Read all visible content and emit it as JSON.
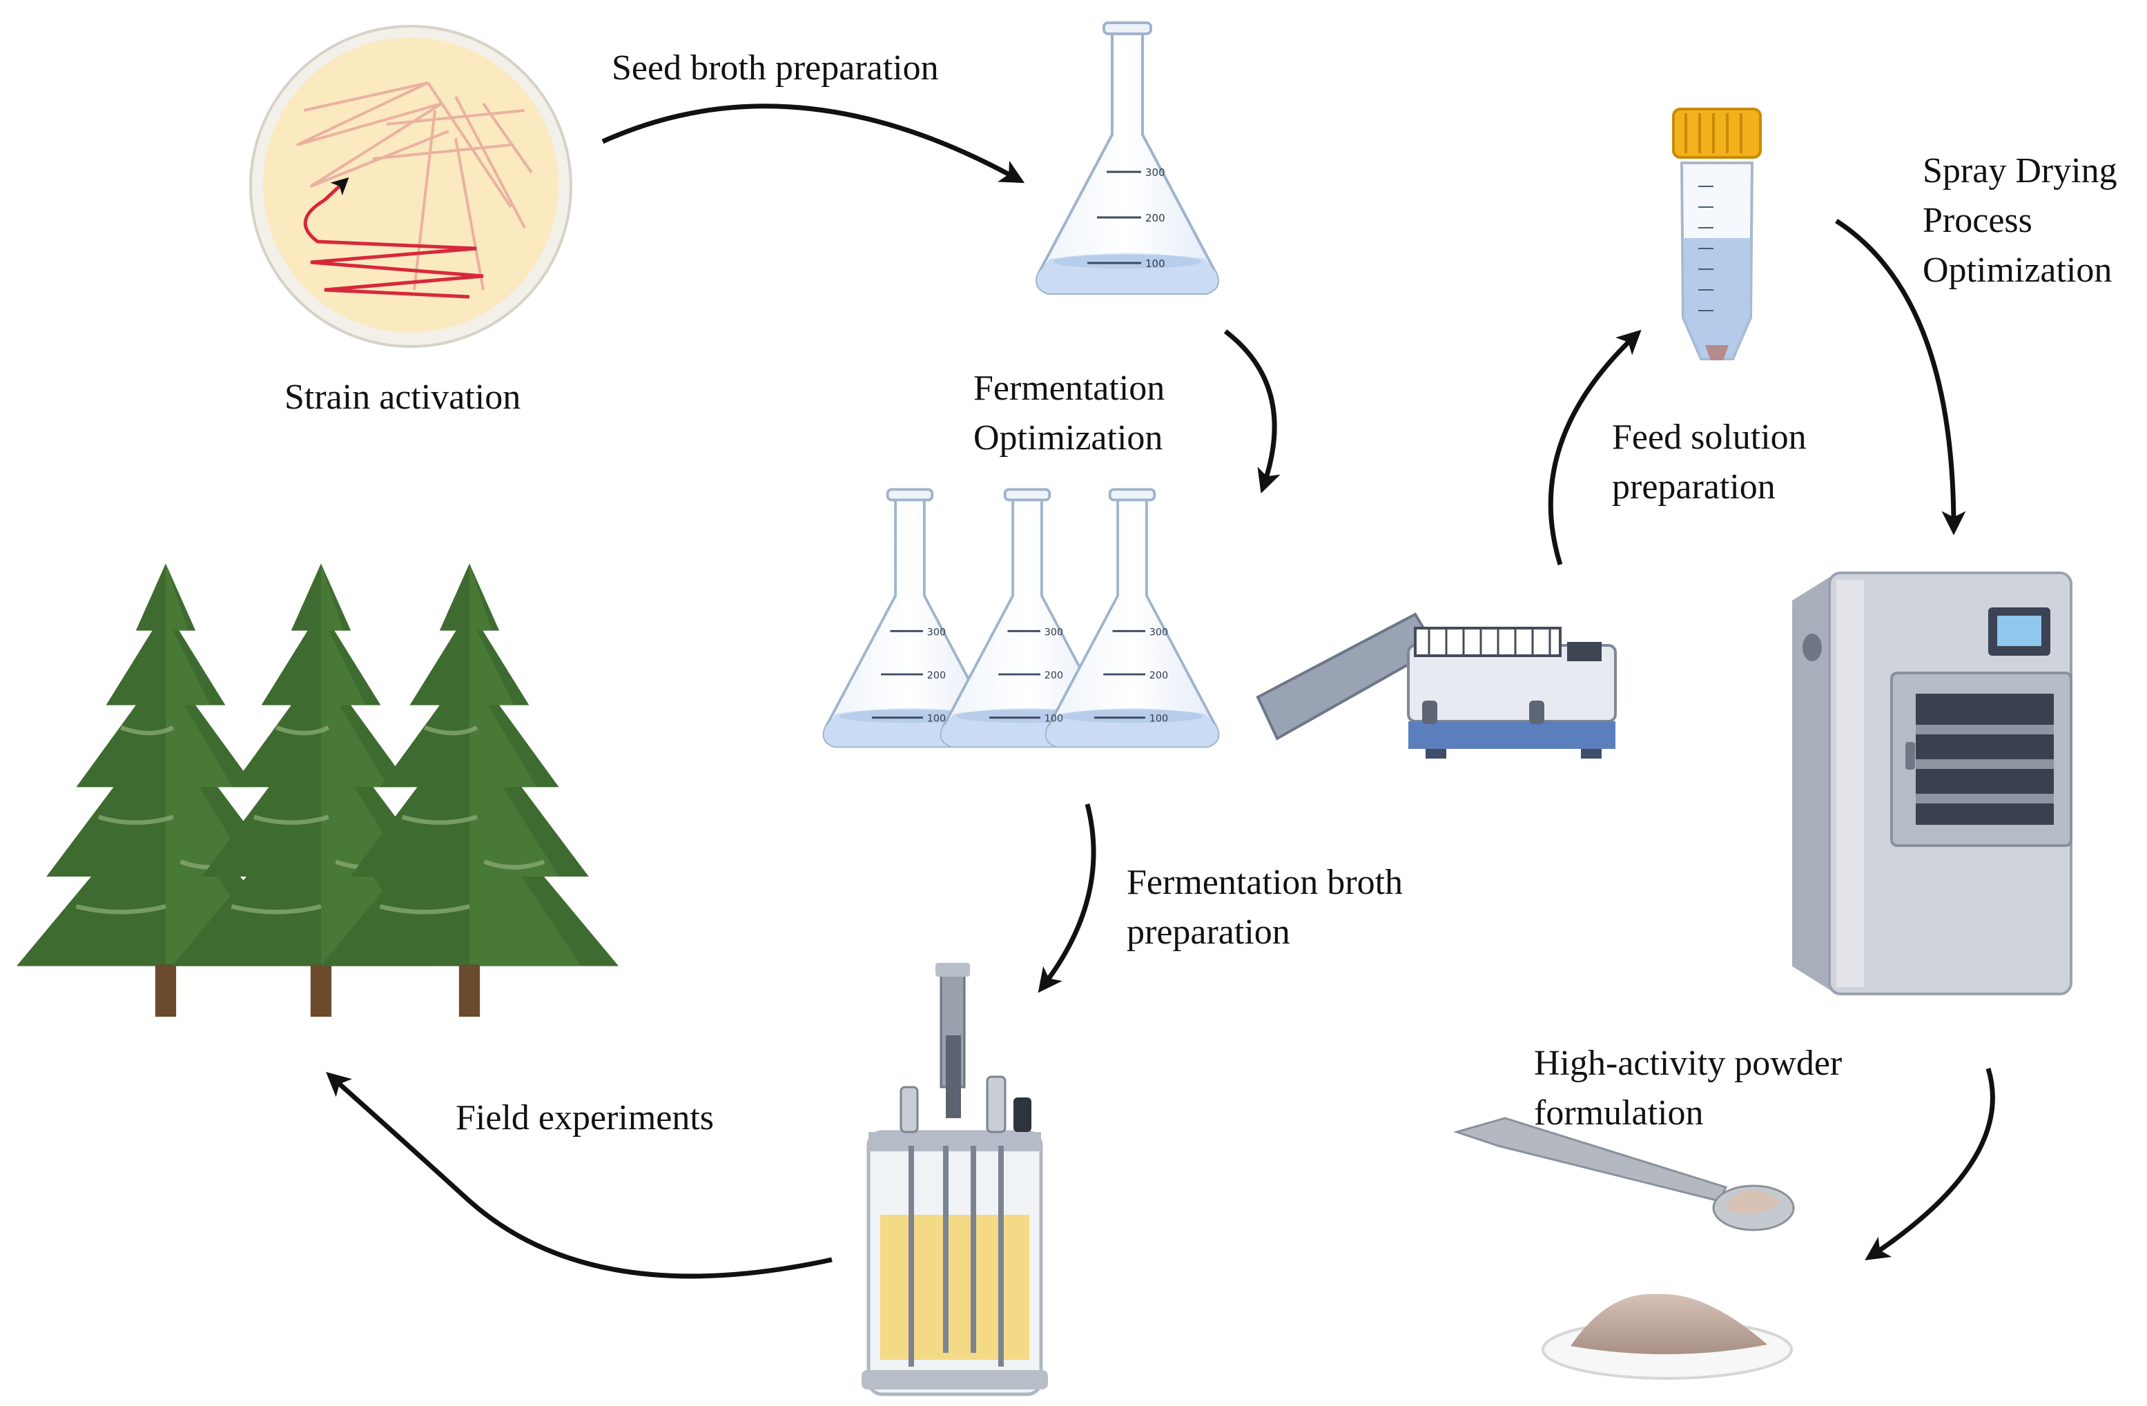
{
  "steps": {
    "strain_activation": "Strain activation",
    "seed_broth": "Seed broth preparation",
    "fermentation_optimization": [
      "Fermentation",
      "Optimization"
    ],
    "fermentation_broth": [
      "Fermentation broth",
      "preparation"
    ],
    "field_experiments": "Field experiments",
    "feed_solution": [
      "Feed solution",
      "preparation"
    ],
    "spray_drying": [
      "Spray Drying",
      "Process",
      "Optimization"
    ],
    "powder_formulation": [
      "High-activity powder",
      "formulation"
    ]
  },
  "flask_graduations": [
    "300",
    "200",
    "100"
  ],
  "colors": {
    "arrow": "#111111",
    "tree_green": "#3e6b2f",
    "flask_liquid": "#c9dcf3",
    "fermenter_liquid": "#f4d77a",
    "tube_cap": "#f2b21c",
    "petri_agar": "#fbe9c0",
    "streak_red": "#d7283a",
    "dryer_body": "#c9cdd6",
    "powder": "#c4ab9e"
  },
  "icons": [
    "petri-dish-icon",
    "flask-icon",
    "shaker-incubator-icon",
    "centrifuge-tube-icon",
    "spray-dryer-icon",
    "bioreactor-icon",
    "spatula-icon",
    "powder-plate-icon",
    "pine-tree-icon"
  ]
}
